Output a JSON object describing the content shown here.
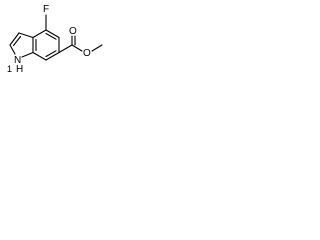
{
  "molecule": {
    "atoms": {
      "fluorine": "F",
      "nh": "N",
      "nh_h": "H",
      "nh_one": "1",
      "carbonyl_oxygen": "O",
      "ester_oxygen": "O"
    }
  },
  "colors": {
    "bond": "#000000",
    "background": "#ffffff"
  }
}
